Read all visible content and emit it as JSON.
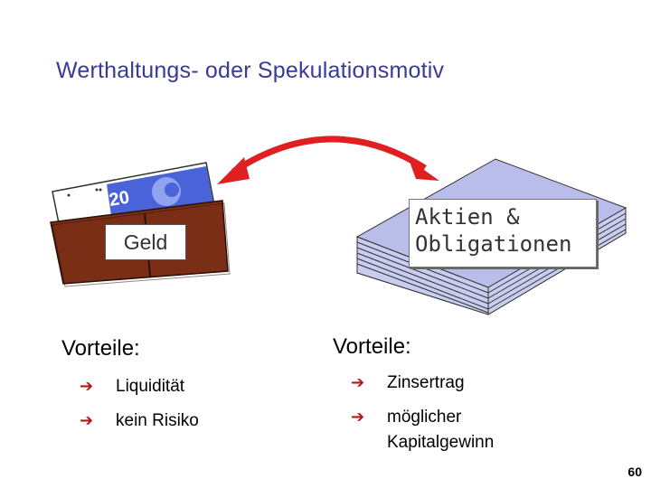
{
  "title": "Werthaltungs- oder Spekulationsmotiv",
  "left": {
    "label": "Geld",
    "heading": "Vorteile:",
    "bullets": [
      "Liquidität",
      "kein Risiko"
    ]
  },
  "right": {
    "label_line1": "Aktien &",
    "label_line2": "Obligationen",
    "heading": "Vorteile:",
    "bullets": [
      [
        "Zinsertrag"
      ],
      [
        "möglicher",
        "Kapitalgewinn"
      ]
    ]
  },
  "banknote_text": "20",
  "page_number": "60",
  "colors": {
    "title": "#3a3a99",
    "arrow": "#e02020",
    "wallet": "#7a2e16",
    "stack": "#c9cdf0",
    "bullet_arrow": "#b21919"
  },
  "icons": [
    "double-arrow-icon",
    "wallet-icon",
    "banknote-icon",
    "document-stack-icon",
    "bullet-arrow-icon"
  ]
}
